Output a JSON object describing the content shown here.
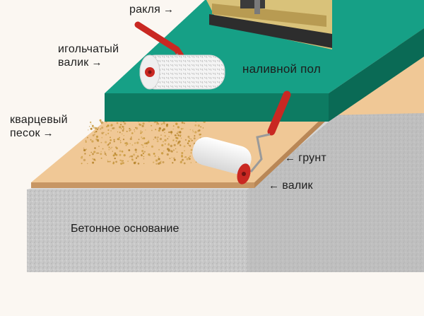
{
  "labels": {
    "rakla": "ракля",
    "needle_roller_line1": "игольчатый",
    "needle_roller_line2": "валик",
    "self_leveling_floor": "наливной пол",
    "quartz_sand_line1": "кварцевый",
    "quartz_sand_line2": "песок",
    "primer": "грунт",
    "roller": "валик",
    "concrete_base": "Бетонное основание"
  },
  "colors": {
    "floor_top": "#169f86",
    "floor_side": "#0c6e5a",
    "primer_top": "#f1c99a",
    "primer_side": "#c99868",
    "concrete_top": "#dcdcdc",
    "concrete_front": "#bdbdbd",
    "concrete_side": "#a6a6a6",
    "sand": "#c99a3e",
    "roller_red": "#c92822"
  }
}
